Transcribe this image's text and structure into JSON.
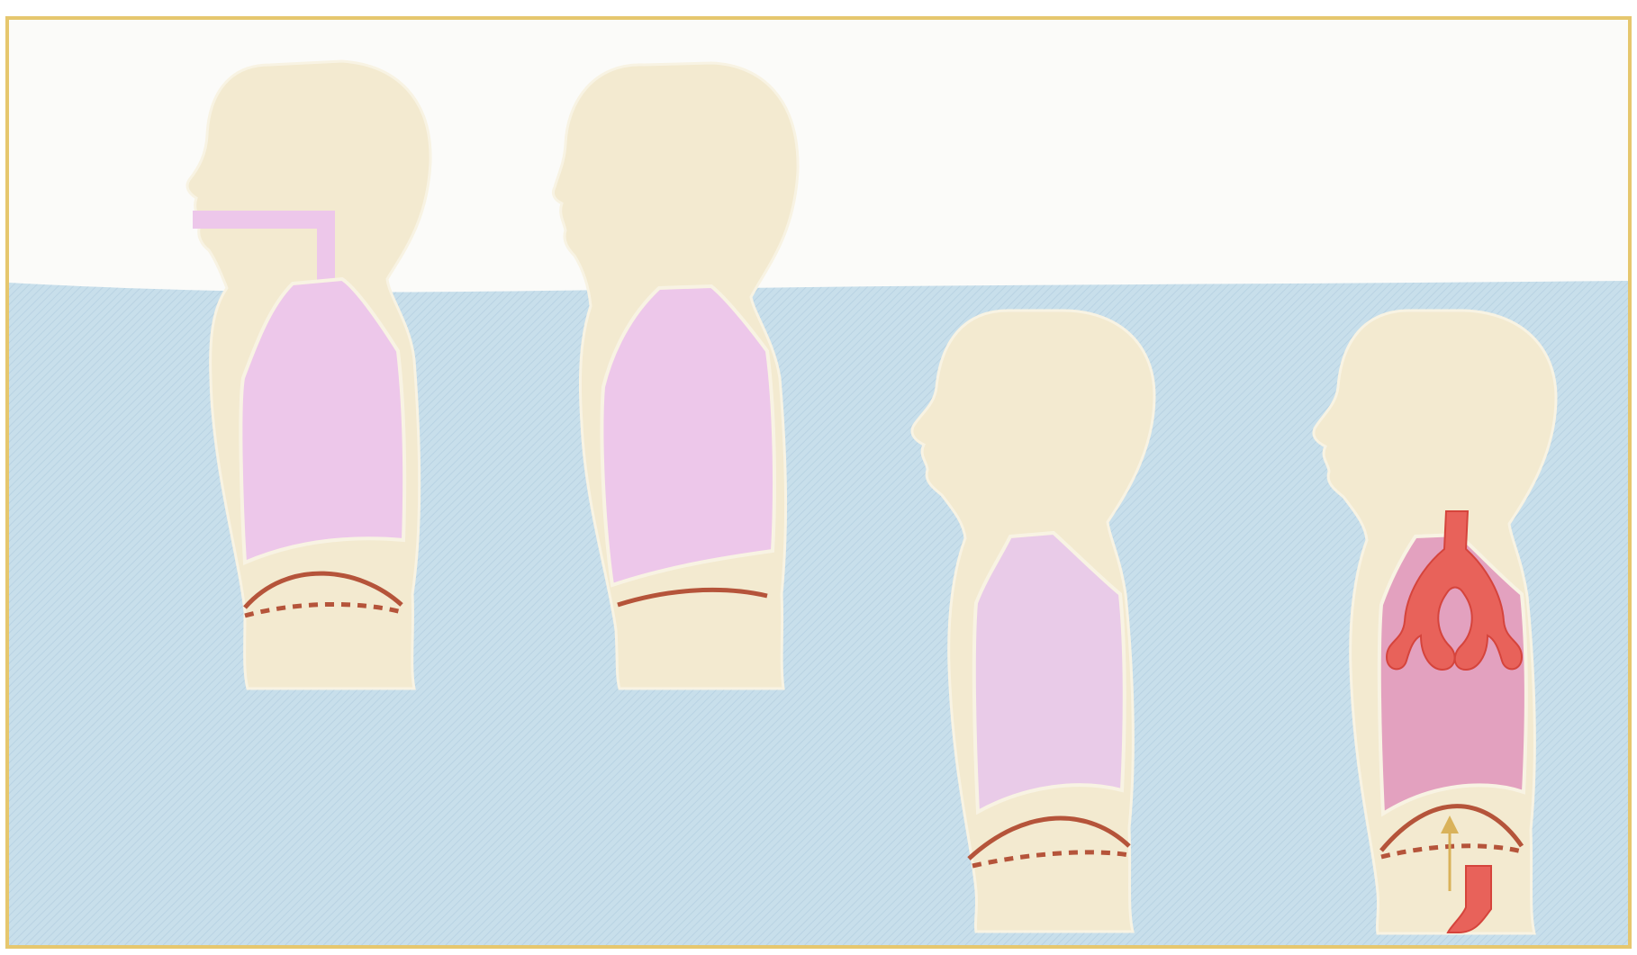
{
  "colors": {
    "page_background": "#ffffff",
    "frame_border": "#e6c76e",
    "air": "#fbfbf9",
    "water": "#c8dfeb",
    "water_dark": "#b9d3e3",
    "body": "#f3ead0",
    "body_outline": "#f8f3e3",
    "lung_light": "#edc7ea",
    "lung_pale": "#e9cbe8",
    "lung_compressed": "#e3a1bf",
    "diaphragm": "#b5543a",
    "blood": "#e8625a",
    "blood_dark": "#d5443c",
    "arrow": "#d9b25a"
  },
  "figures": [
    {
      "name": "figure-1-snorkel-breathing",
      "features": [
        "snorkel-tube",
        "lungs",
        "diaphragm-displaced"
      ]
    },
    {
      "name": "figure-2-breath-hold-surface",
      "features": [
        "lungs",
        "diaphragm"
      ]
    },
    {
      "name": "figure-3-submerged",
      "features": [
        "lungs",
        "diaphragm-displaced"
      ]
    },
    {
      "name": "figure-4-blood-shift",
      "features": [
        "lungs",
        "blood-vessels",
        "diaphragm-displaced",
        "upward-arrow"
      ]
    }
  ]
}
